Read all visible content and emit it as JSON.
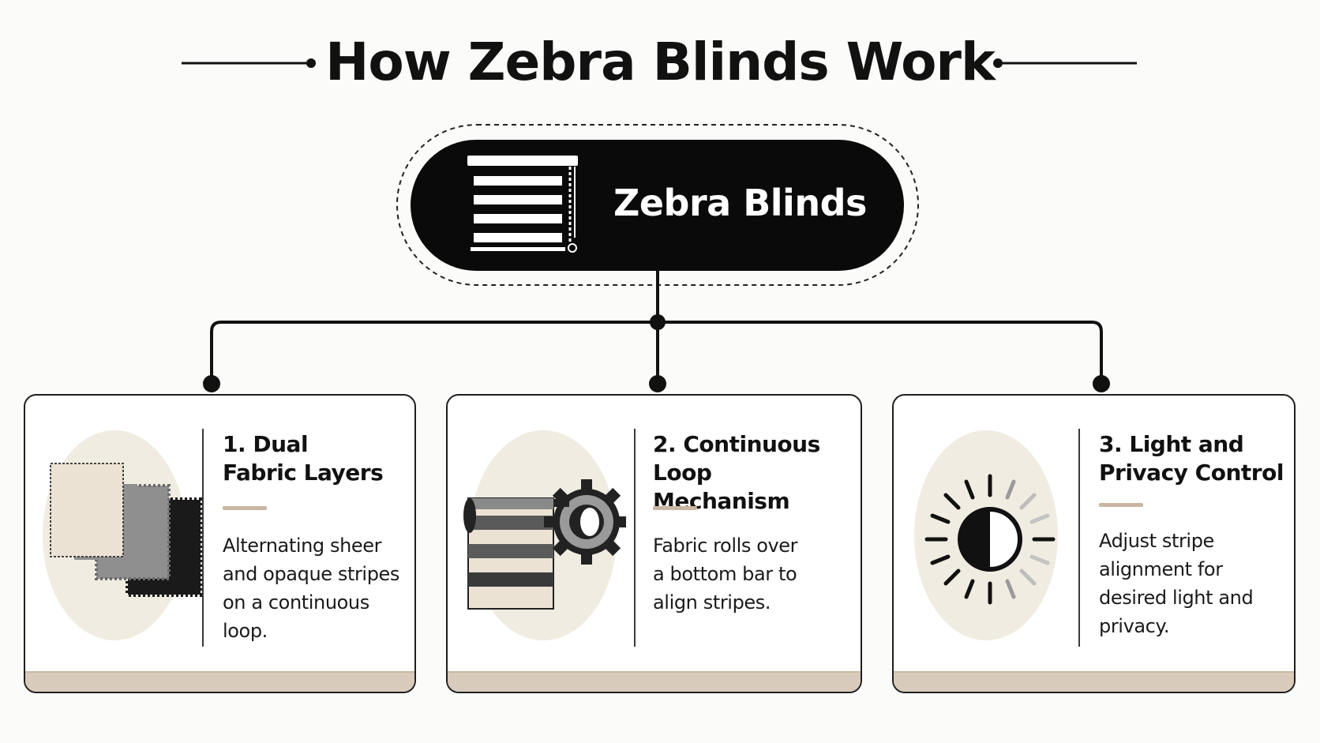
{
  "title": "How Zebra Blinds Work",
  "central": {
    "label": "Zebra Blinds",
    "icon": "zebra-blinds-icon"
  },
  "cards": [
    {
      "title": "1. Dual Fabric Layers",
      "description": "Alternating sheer and opaque stripes on a continuous loop.",
      "icon": "fabric-swatches-icon"
    },
    {
      "title": "2. Continuous Loop Mechanism",
      "description": "Fabric rolls over a bottom bar to align stripes.",
      "icon": "roller-gear-icon"
    },
    {
      "title": "3. Light and Privacy Control",
      "description": "Adjust stripe alignment for desired light and privacy.",
      "icon": "sun-half-icon"
    }
  ],
  "colors": {
    "ink": "#0a0a0a",
    "background": "#fbfbfa",
    "beige_blob": "#f1ece1",
    "accent": "#c9b6a3",
    "card_base": "#d9cbbb"
  }
}
